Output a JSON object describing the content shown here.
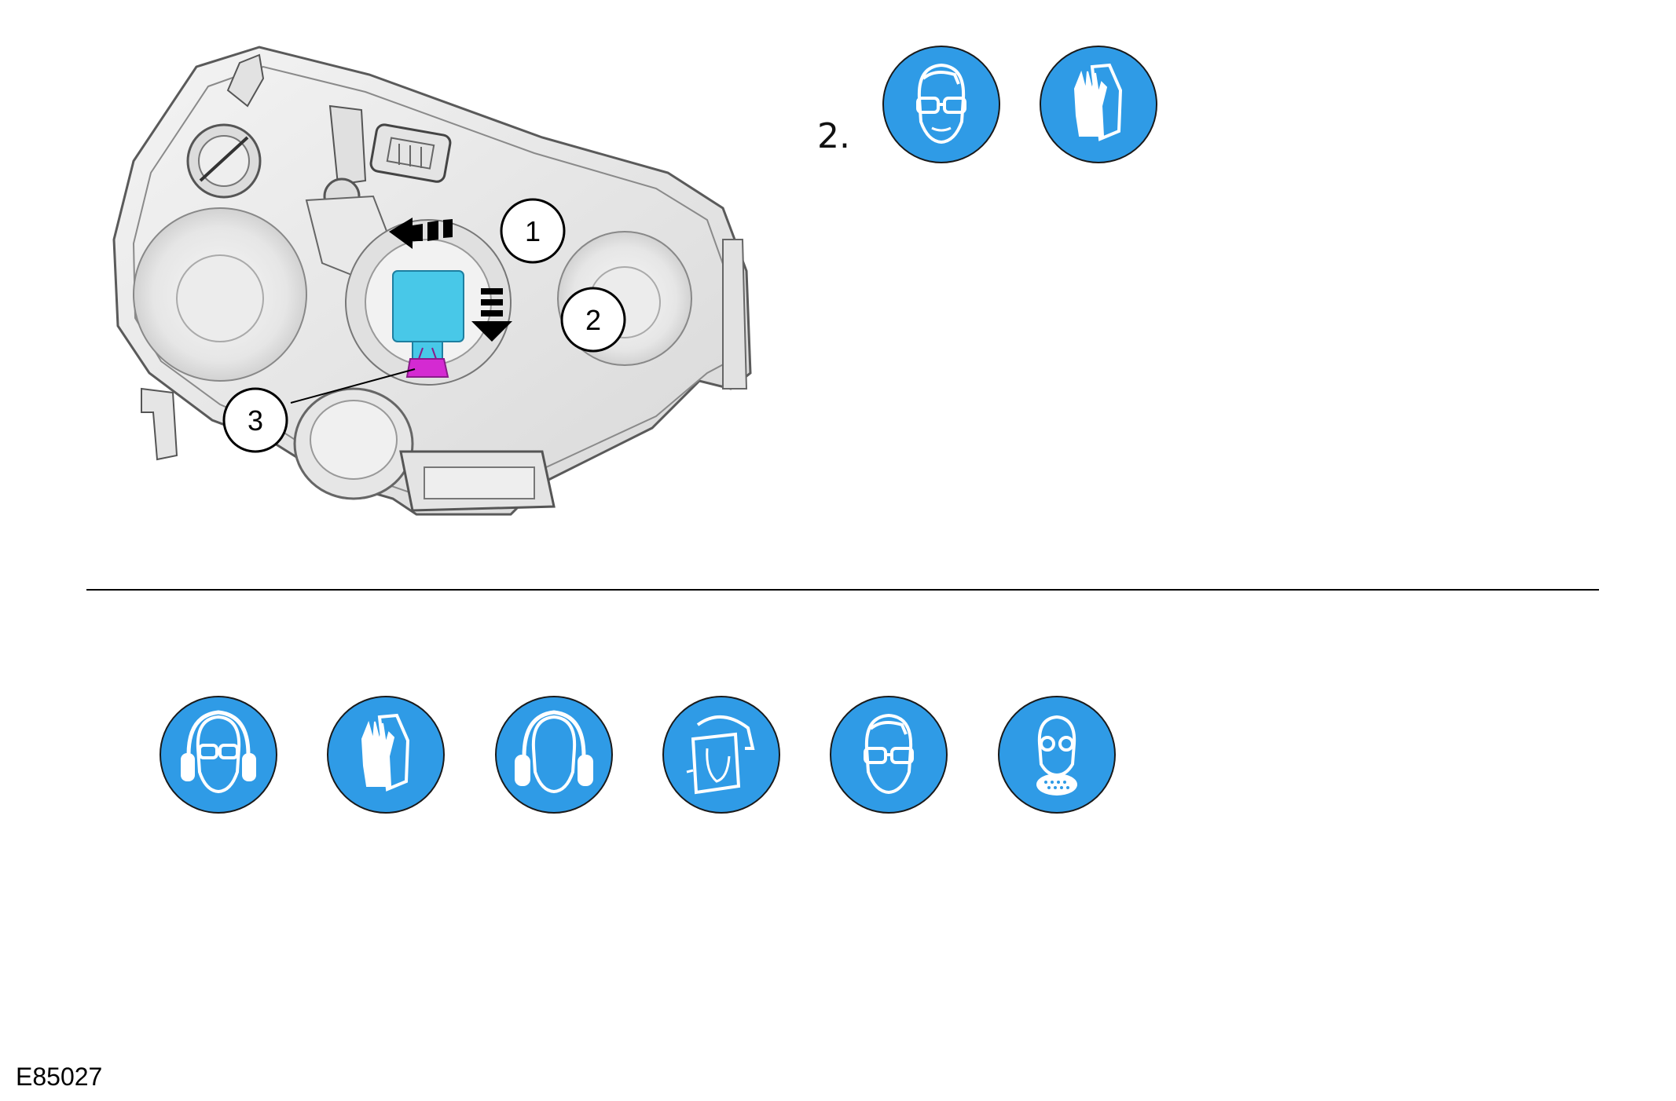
{
  "step": {
    "number": "2."
  },
  "callouts": [
    "1",
    "2",
    "3"
  ],
  "colors": {
    "ppe_blue": "#2f9be6",
    "bulb_cyan": "#48c8e8",
    "clip_magenta": "#d42ad2",
    "housing_grey": "#e9e9e9",
    "outline": "#4a4a4a"
  },
  "step_icons": [
    "safety-glasses-icon",
    "gloves-icon"
  ],
  "ppe_legend": [
    "goggles-ear-defenders-icon",
    "gloves-icon",
    "ear-defenders-icon",
    "face-shield-icon",
    "safety-glasses-icon",
    "respirator-icon"
  ],
  "figure": {
    "reference": "E85027"
  }
}
